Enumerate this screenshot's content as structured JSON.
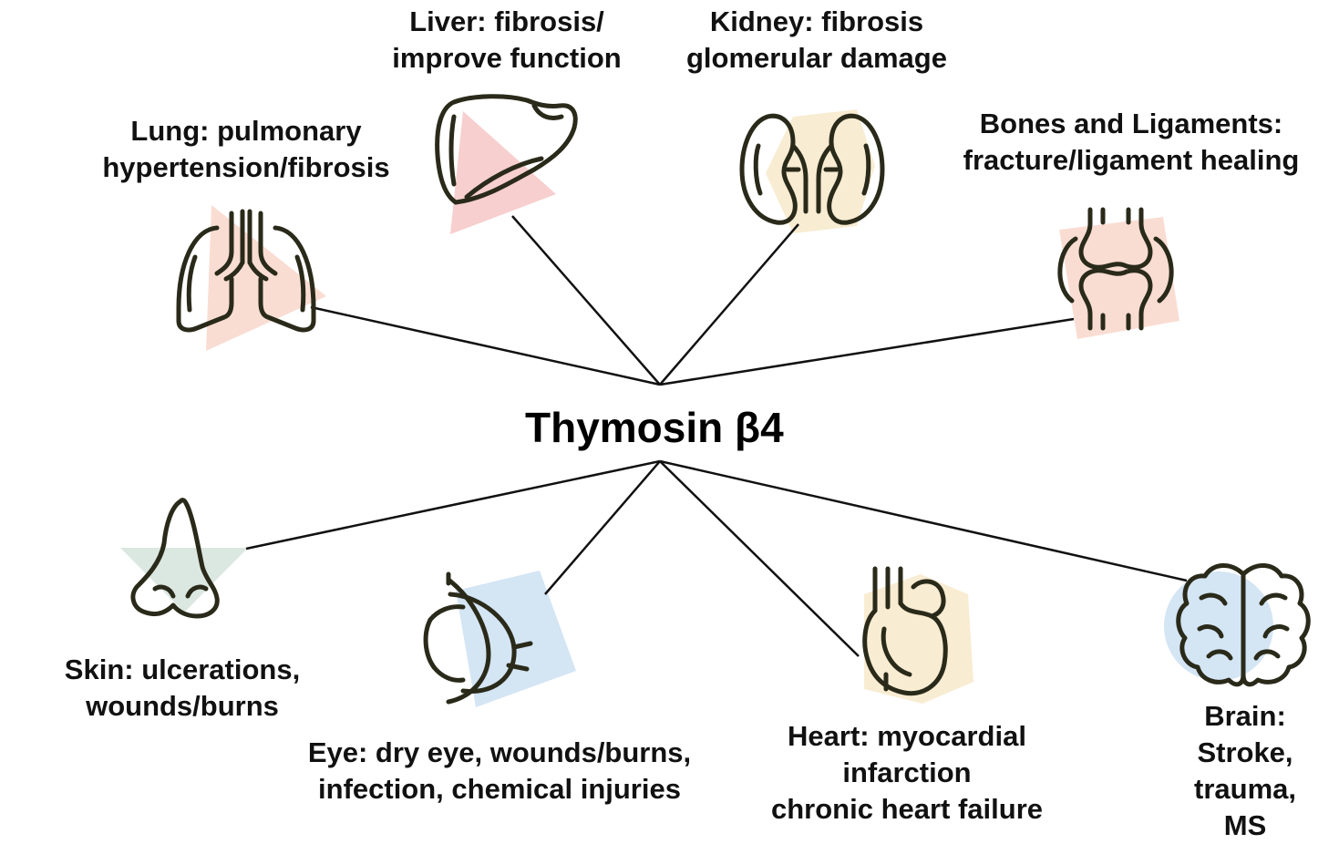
{
  "center": {
    "title": "Thymosin β4"
  },
  "colors": {
    "outline": "#2a2a1a",
    "connector": "#111111",
    "pink": "#f7cfcf",
    "peach": "#f9ddd3",
    "cream": "#f8ecd2",
    "mint": "#dbe8e1",
    "blue": "#d4e5f4"
  },
  "organs": [
    {
      "id": "lung",
      "icon": "lung-icon",
      "label_lines": [
        "Lung: pulmonary",
        "hypertension/fibrosis"
      ]
    },
    {
      "id": "liver",
      "icon": "liver-icon",
      "label_lines": [
        "Liver: fibrosis/",
        "improve function"
      ]
    },
    {
      "id": "kidney",
      "icon": "kidney-icon",
      "label_lines": [
        "Kidney: fibrosis",
        "glomerular damage"
      ]
    },
    {
      "id": "bones",
      "icon": "joint-icon",
      "label_lines": [
        "Bones and Ligaments:",
        "fracture/ligament healing"
      ]
    },
    {
      "id": "skin",
      "icon": "nose-icon",
      "label_lines": [
        "Skin: ulcerations,",
        "wounds/burns"
      ]
    },
    {
      "id": "eye",
      "icon": "eye-icon",
      "label_lines": [
        "Eye: dry eye, wounds/burns,",
        "infection, chemical injuries"
      ]
    },
    {
      "id": "heart",
      "icon": "heart-icon",
      "label_lines": [
        "Heart: myocardial",
        "infarction",
        "chronic heart failure"
      ]
    },
    {
      "id": "brain",
      "icon": "brain-icon",
      "label_lines": [
        "Brain:",
        "Stroke,",
        "trauma,",
        "MS"
      ]
    }
  ]
}
